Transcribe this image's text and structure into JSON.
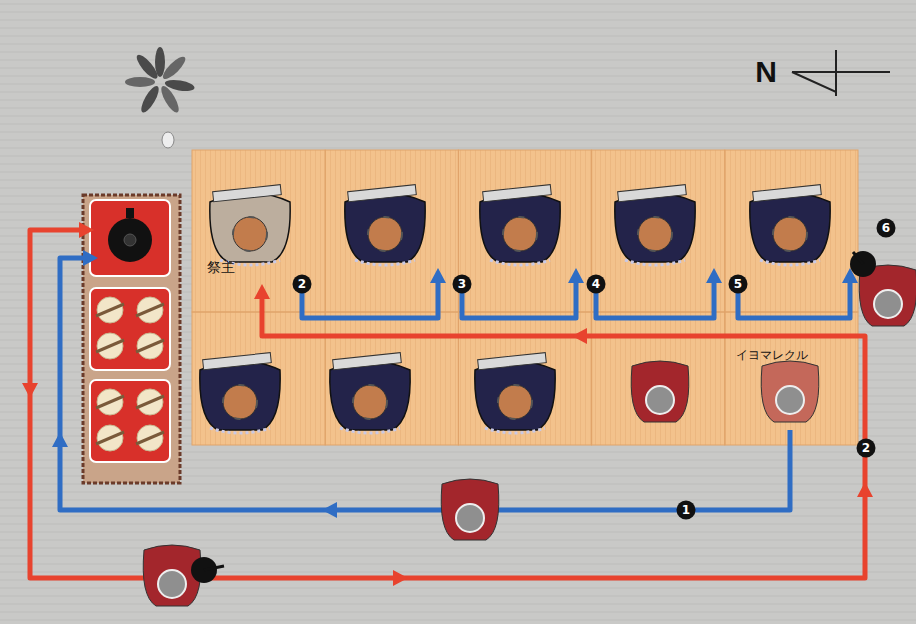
{
  "diagram": {
    "labels": [
      "N",
      "祭主",
      "イヨマレクル",
      "1",
      "2",
      "2",
      "3",
      "4",
      "5",
      "6"
    ]
  }
}
